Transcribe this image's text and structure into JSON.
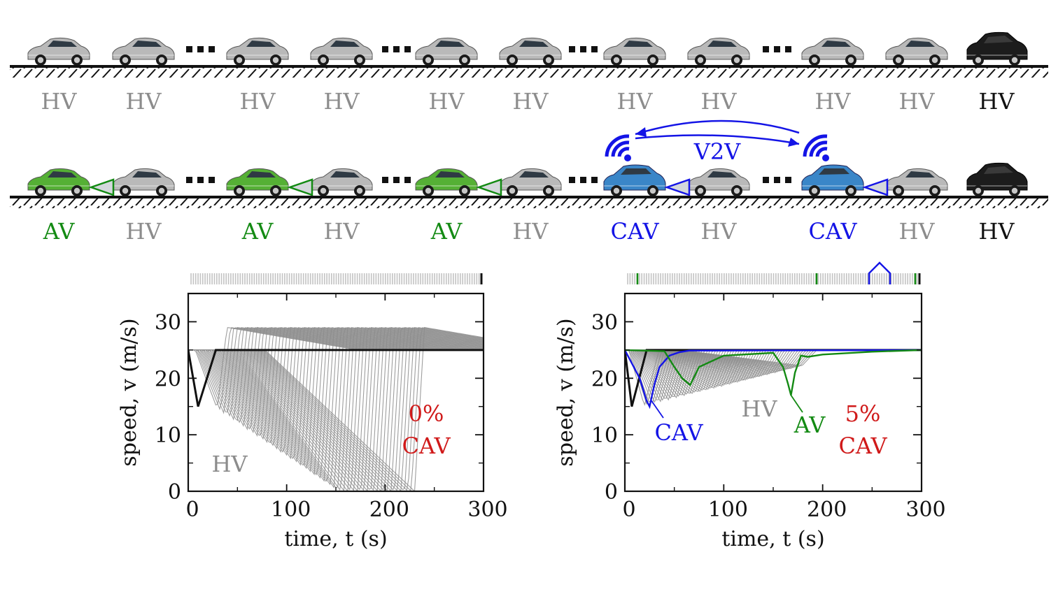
{
  "colors": {
    "hv_gray": "#8c8c8c",
    "head_black": "#111111",
    "av_green": "#138a13",
    "cav_blue": "#1414e6",
    "annot_red": "#d01a1a",
    "car_silver": "#b9b9b9",
    "car_green": "#55b035",
    "car_blue": "#3a86c8",
    "car_black": "#1c1c1c"
  },
  "top_row": {
    "labels": [
      "HV",
      "HV",
      "HV",
      "HV",
      "HV",
      "HV",
      "HV",
      "HV",
      "HV",
      "HV",
      "HV"
    ],
    "car_kinds": [
      "silver",
      "silver",
      "silver",
      "silver",
      "silver",
      "silver",
      "silver",
      "silver",
      "silver",
      "silver",
      "black"
    ],
    "ellipsis": "..."
  },
  "bottom_row": {
    "labels": [
      "AV",
      "HV",
      "AV",
      "HV",
      "AV",
      "HV",
      "CAV",
      "HV",
      "CAV",
      "HV",
      "HV"
    ],
    "car_kinds": [
      "green",
      "silver",
      "green",
      "silver",
      "green",
      "silver",
      "blue",
      "silver",
      "blue",
      "silver",
      "black"
    ],
    "v2v_label": "V2V",
    "icons": [
      "wifi-icon",
      "wifi-icon",
      "sensor-cone-icon"
    ]
  },
  "chart_data": [
    {
      "type": "line",
      "title": "",
      "xlabel": "time, t (s)",
      "ylabel": "speed, v (m/s)",
      "xlim": [
        0,
        300
      ],
      "ylim": [
        0,
        35
      ],
      "xticks": [
        "0",
        "100",
        "200",
        "300"
      ],
      "yticks": [
        "0",
        "10",
        "20",
        "30"
      ],
      "series": [
        {
          "name": "HV",
          "color": "#8c8c8c",
          "note_text": "HV",
          "count": 60
        },
        {
          "name": "head",
          "color": "#111111",
          "x": [
            0,
            10,
            28,
            300
          ],
          "y": [
            25,
            15,
            25,
            25
          ]
        }
      ],
      "annotation": [
        "0%",
        "CAV"
      ],
      "mini_strip": {
        "gray_ticks": 124,
        "black_ticks": 1
      }
    },
    {
      "type": "line",
      "title": "",
      "xlabel": "time, t (s)",
      "ylabel": "speed, v (m/s)",
      "xlim": [
        0,
        300
      ],
      "ylim": [
        0,
        35
      ],
      "xticks": [
        "0",
        "100",
        "200",
        "300"
      ],
      "yticks": [
        "0",
        "10",
        "20",
        "30"
      ],
      "series": [
        {
          "name": "HV",
          "color": "#8c8c8c",
          "note_text": "HV",
          "count": 60
        },
        {
          "name": "head",
          "color": "#111111",
          "x": [
            0,
            7,
            22,
            300
          ],
          "y": [
            25,
            15,
            25,
            25
          ]
        },
        {
          "name": "CAV",
          "color": "#1414e6",
          "x": [
            0,
            15,
            22,
            25,
            30,
            35,
            45,
            55,
            65,
            300
          ],
          "y": [
            25,
            20,
            16,
            15,
            19,
            22,
            24,
            24.6,
            24.9,
            25
          ]
        },
        {
          "name": "AV",
          "color": "#138a13",
          "x": [
            0,
            40,
            50,
            58,
            66,
            75,
            100,
            150,
            160,
            165,
            168,
            172,
            178,
            185,
            200,
            250,
            300
          ],
          "y": [
            25,
            24.8,
            22,
            20,
            18.8,
            22,
            24,
            24.5,
            22,
            19,
            17,
            21,
            24,
            23.8,
            24.2,
            24.7,
            25
          ]
        }
      ],
      "annotation": [
        "5%",
        "CAV"
      ],
      "mini_strip": {
        "gray_ticks": 124,
        "green_ticks": 3,
        "black_ticks": 1,
        "blue_marks": 1
      }
    }
  ]
}
